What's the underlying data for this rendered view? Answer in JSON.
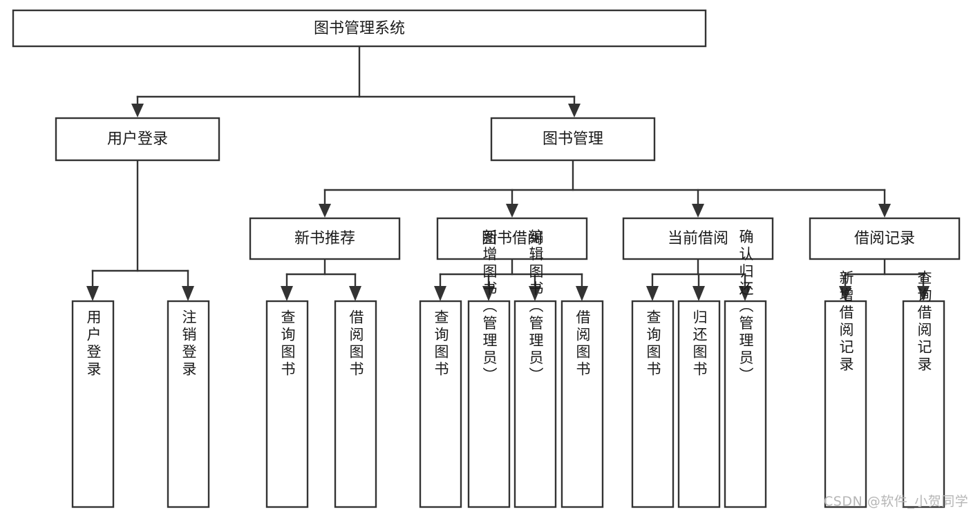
{
  "diagram": {
    "title": "图书管理系统",
    "type": "tree-hierarchy-diagram",
    "theme": {
      "background": "#ffffff",
      "box_fill": "#ffffff",
      "box_stroke": "#333333",
      "text_color": "#1a1a1a",
      "watermark_color": "#b6b6b6"
    },
    "root": {
      "label": "图书管理系统"
    },
    "level2": [
      {
        "label": "用户登录"
      },
      {
        "label": "图书管理"
      }
    ],
    "level3": [
      {
        "label": "新书推荐"
      },
      {
        "label": "图书借阅"
      },
      {
        "label": "当前借阅"
      },
      {
        "label": "借阅记录"
      }
    ],
    "leaves": {
      "user_login": [
        {
          "label": "用户登录"
        },
        {
          "label": "注销登录"
        }
      ],
      "new_book_recommend": [
        {
          "label": "查询图书"
        },
        {
          "label": "借阅图书"
        }
      ],
      "book_borrow": [
        {
          "label": "查询图书"
        },
        {
          "label": "新增图书（管理员）"
        },
        {
          "label": "编辑图书（管理员）"
        },
        {
          "label": "借阅图书"
        }
      ],
      "current_borrow": [
        {
          "label": "查询图书"
        },
        {
          "label": "归还图书"
        },
        {
          "label": "确认归还（管理员）"
        }
      ],
      "borrow_record": [
        {
          "label": "新增借阅记录"
        },
        {
          "label": "查询借阅记录"
        }
      ]
    },
    "watermark": "CSDN @软件_小贺同学"
  }
}
